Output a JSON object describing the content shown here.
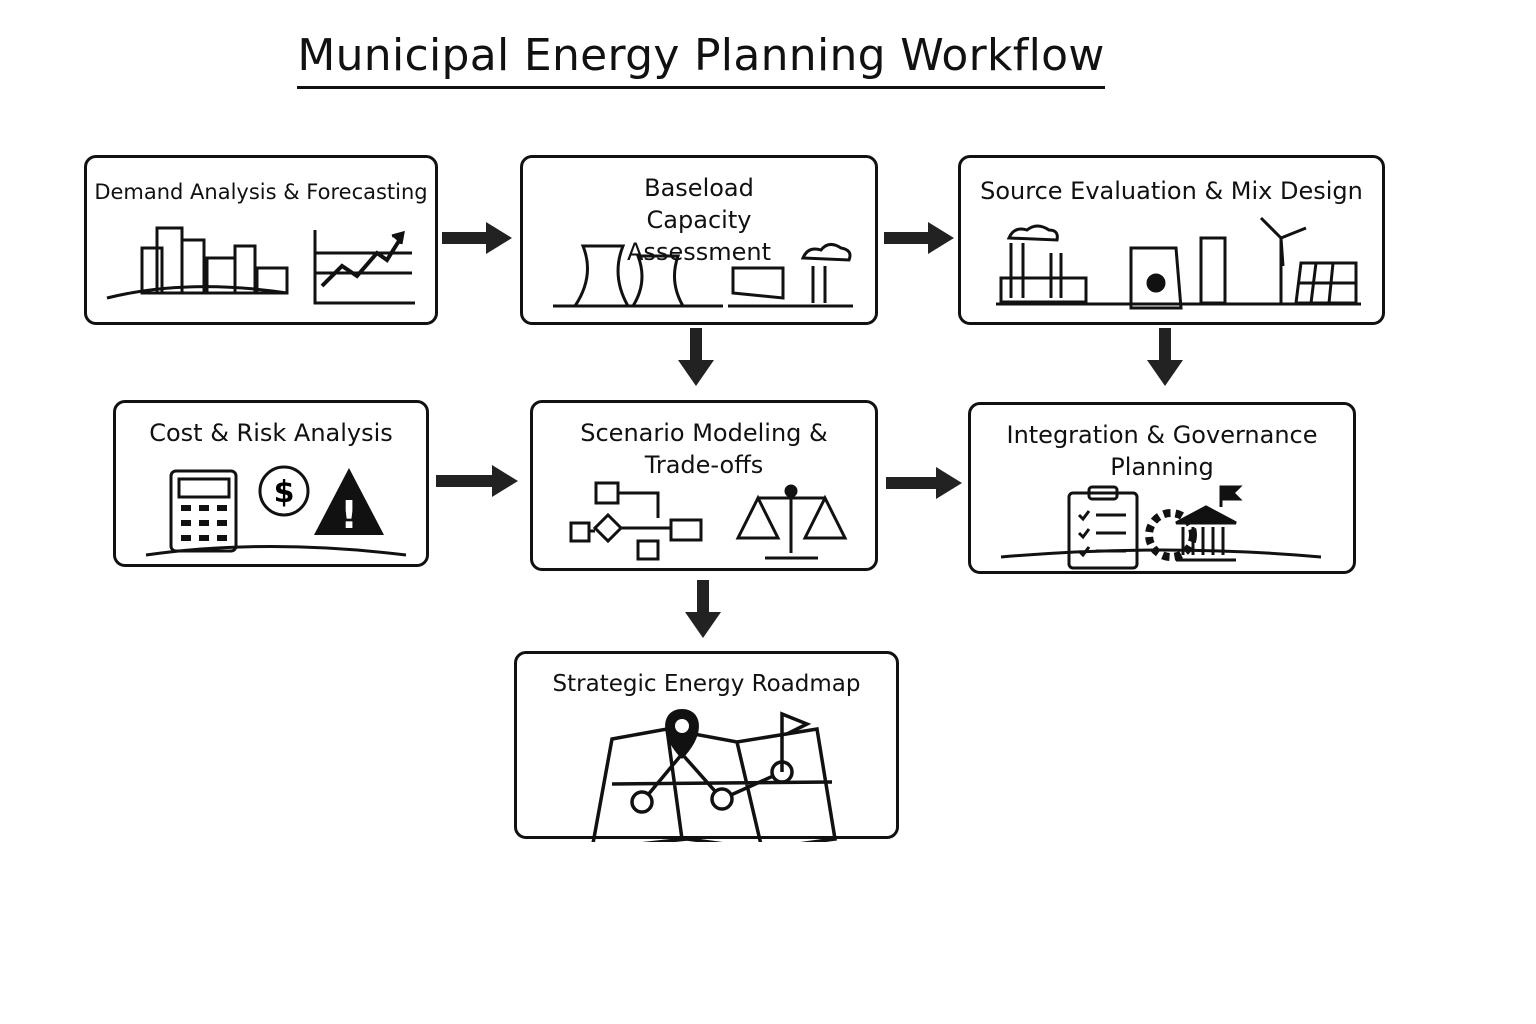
{
  "title": "Municipal Energy Planning Workflow",
  "steps": [
    {
      "label": "Demand Analysis & Forecasting"
    },
    {
      "label": "Baseload Capacity Assessment"
    },
    {
      "label": "Source Evaluation & Mix Design"
    },
    {
      "label": "Cost & Risk Analysis"
    },
    {
      "label": "Scenario Modeling & Trade-offs"
    },
    {
      "label": "Integration & Governance Planning"
    },
    {
      "label": "Strategic Energy Roadmap"
    }
  ],
  "icons": {
    "cost_symbol": "$",
    "warning_symbol": "!"
  }
}
